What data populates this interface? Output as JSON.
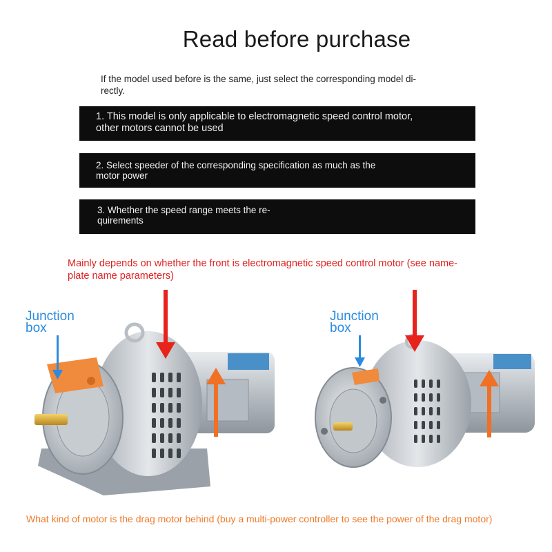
{
  "header": {
    "title": "Read before purchase"
  },
  "intro": {
    "line1": "If the model used before is the same, just select the corresponding model di-",
    "line2": "rectly."
  },
  "notices": [
    {
      "line1": "1. This model is only applicable to electromagnetic speed control motor,",
      "line2": "other motors cannot be used"
    },
    {
      "line1": "2. Select speeder of the corresponding specification as much as the",
      "line2": "motor power"
    },
    {
      "line1": "3. Whether the speed range meets the re-",
      "line2": "quirements"
    }
  ],
  "callouts": {
    "front_motor": {
      "line1": "Mainly depends on whether the front is electromagnetic speed control motor (see name-",
      "line2": "plate name parameters)"
    },
    "junction_left": {
      "line1": "Junction",
      "line2": "box"
    },
    "junction_right": {
      "line1": "Junction",
      "line2": "box"
    },
    "drag_motor": "What kind of motor is the drag motor behind (buy a multi-power controller to see the power of the drag motor)"
  },
  "colors": {
    "red_arrow": "#e8231c",
    "orange_arrow": "#f07024",
    "blue_arrow": "#2a8be0",
    "junction_box": "#f08a3c"
  }
}
